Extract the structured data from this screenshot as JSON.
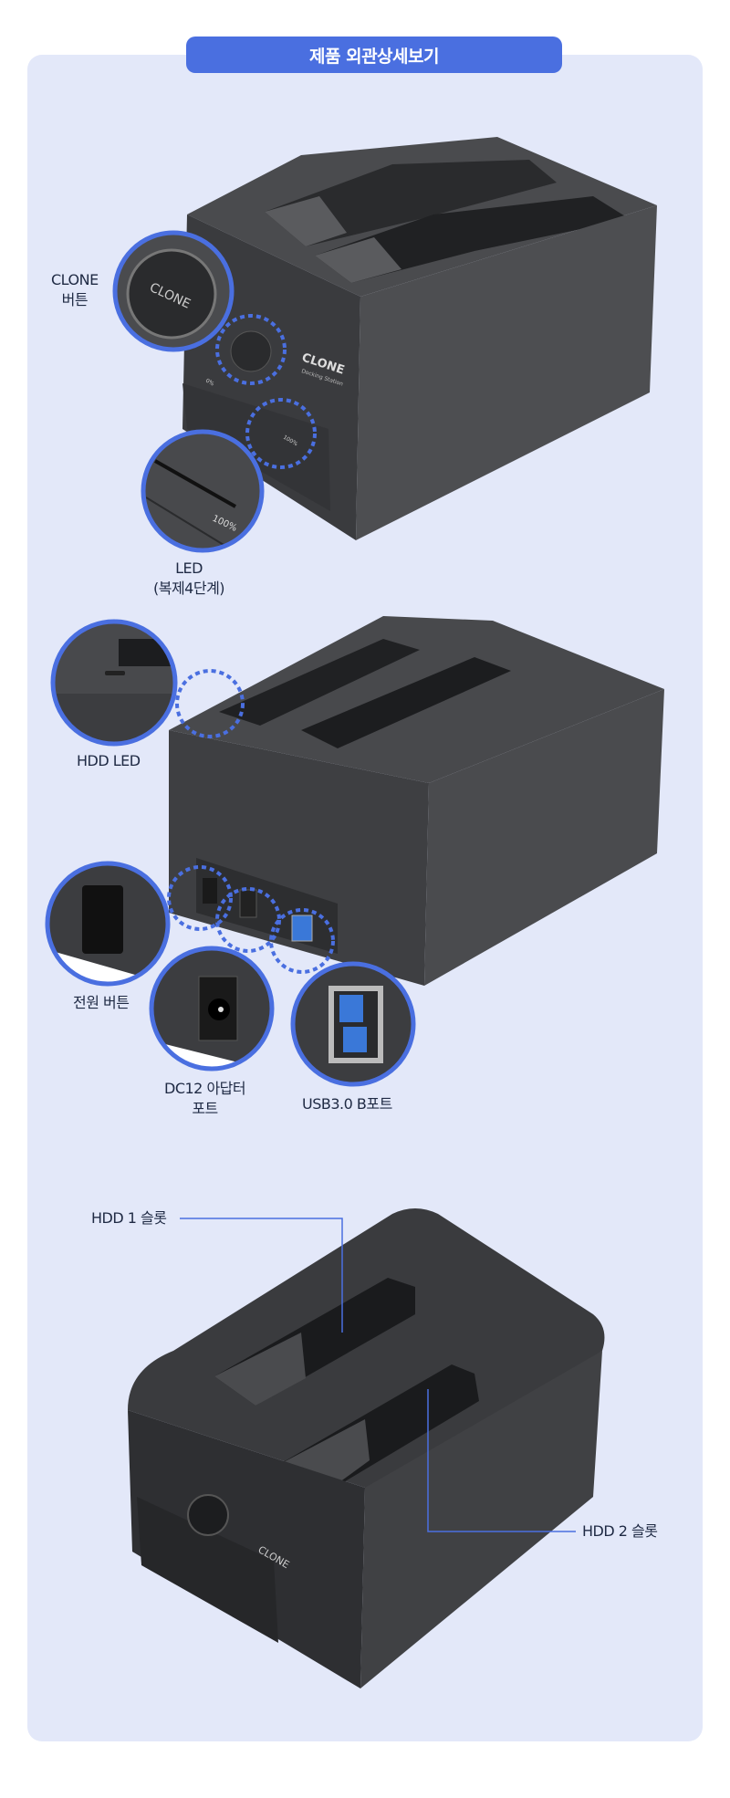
{
  "header": {
    "title": "제품 외관상세보기"
  },
  "section1": {
    "clone_button": {
      "line1": "CLONE",
      "line2": "버튼"
    },
    "led": {
      "line1": "LED",
      "line2": "(복제4단계)"
    },
    "device_print": {
      "brand": "CLONE",
      "sub": "Docking Station",
      "p0": "0%",
      "p100": "100%"
    }
  },
  "section2": {
    "hdd_led": "HDD LED",
    "power_button": "전원 버튼",
    "dc_port": {
      "line1": "DC12 아답터",
      "line2": "포트"
    },
    "usb_port": "USB3.0 B포트"
  },
  "section3": {
    "hdd1_slot": "HDD 1 슬롯",
    "hdd2_slot": "HDD 2 슬롯"
  },
  "colors": {
    "accent": "#4a6fe0",
    "panel": "#e3e8f9",
    "device": "#3c3d40",
    "label": "#1f2a44"
  }
}
